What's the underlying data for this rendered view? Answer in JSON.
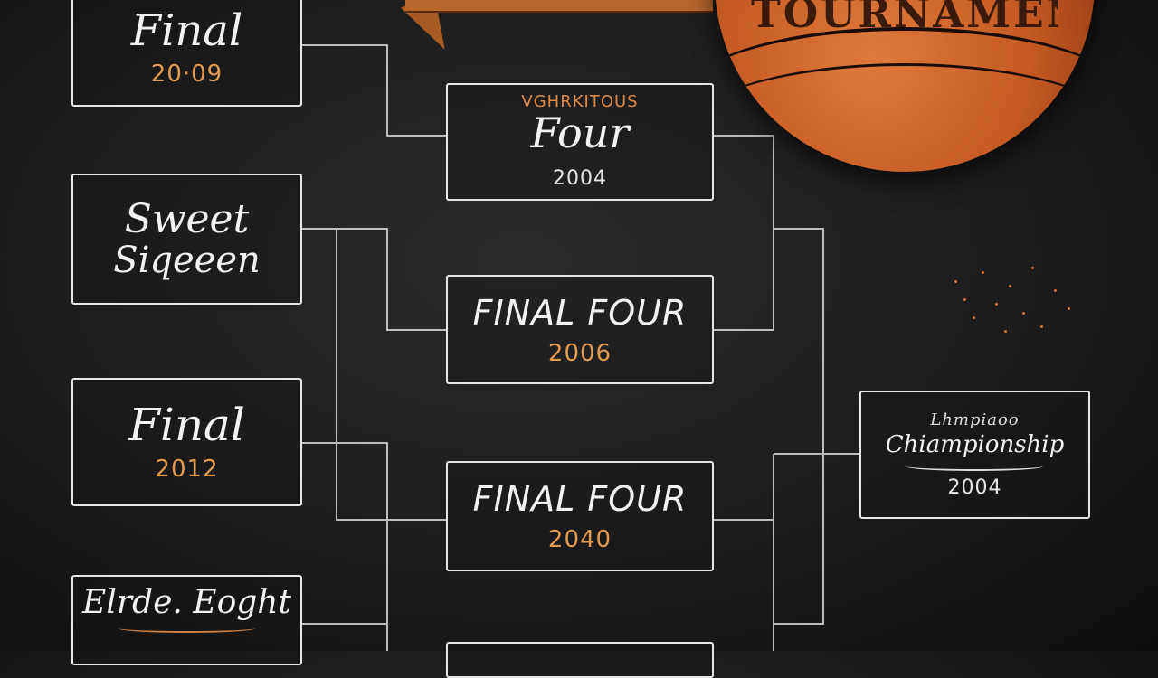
{
  "ball": {
    "logo_text": "TOURNAMENT"
  },
  "left_column": [
    {
      "title": "Final",
      "year": "20·09"
    },
    {
      "title_line1": "Sweet",
      "title_line2": "Siqeeen"
    },
    {
      "title": "Final",
      "year": "2012"
    },
    {
      "title": "Elrde. Eoght"
    }
  ],
  "middle_column": [
    {
      "subtitle": "VGHRKITOUS",
      "title": "Four",
      "year": "2004"
    },
    {
      "title": "FINAL FOUR",
      "year": "2006"
    },
    {
      "title": "FINAL FOUR",
      "year": "2040"
    }
  ],
  "right_column": [
    {
      "subtitle": "Lhmpiaoo",
      "title": "Chiampionship",
      "year": "2004"
    }
  ],
  "colors": {
    "chalk": "#e6e6e6",
    "accent_orange": "#e39a4e",
    "board": "#1f1f1f"
  }
}
